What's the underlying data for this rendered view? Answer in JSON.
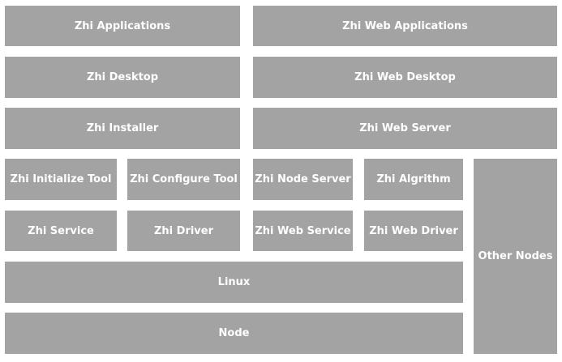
{
  "diagram": {
    "blocks": {
      "zhi_applications": "Zhi Applications",
      "zhi_web_applications": "Zhi Web Applications",
      "zhi_desktop": "Zhi Desktop",
      "zhi_web_desktop": "Zhi Web Desktop",
      "zhi_installer": "Zhi Installer",
      "zhi_web_server": "Zhi Web Server",
      "zhi_initialize_tool": "Zhi Initialize Tool",
      "zhi_configure_tool": "Zhi Configure Tool",
      "zhi_node_server": "Zhi Node Server",
      "zhi_algrithm": "Zhi Algrithm",
      "zhi_service": "Zhi Service",
      "zhi_driver": "Zhi Driver",
      "zhi_web_service": "Zhi Web Service",
      "zhi_web_driver": "Zhi Web Driver",
      "linux": "Linux",
      "node": "Node",
      "other_nodes": "Other Nodes"
    },
    "colors": {
      "block_fill": "#a3a3a3",
      "block_text": "#ffffff",
      "background": "#ffffff"
    }
  }
}
